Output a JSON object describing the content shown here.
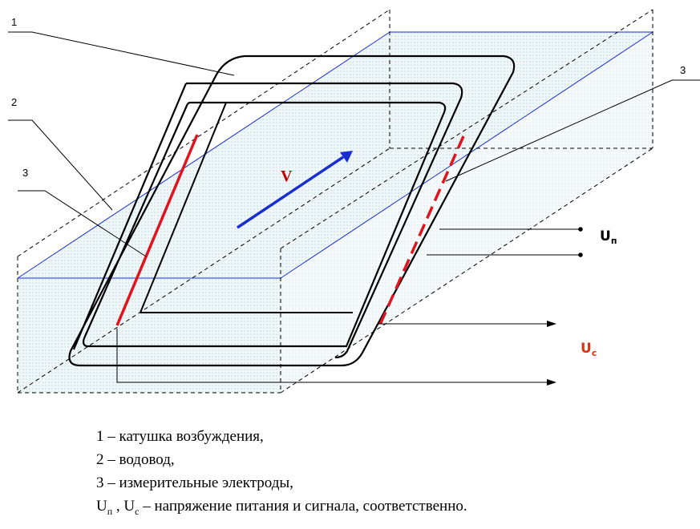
{
  "diagram": {
    "callouts": {
      "n1": "1",
      "n2": "2",
      "n3_left": "3",
      "n3_right": "3"
    },
    "velocity_label": "V",
    "voltage_supply": {
      "main": "U",
      "sub": "п"
    },
    "voltage_signal": {
      "main": "U",
      "sub": "с"
    }
  },
  "legend": {
    "item1": "1 – катушка возбуждения,",
    "item2": "2 – водовод,",
    "item3": "3 – измерительные электроды,",
    "item4": {
      "u1": "U",
      "sub1": "п",
      "sep": " , ",
      "u2": "U",
      "sub2": "с",
      "rest": " – напряжение питания и сигнала, соответственно."
    }
  },
  "colors": {
    "electrode": "#e0141e",
    "velocity_arrow": "#1a2fd0",
    "pipe_outline": "#1a2fd0",
    "signal_voltage": "#e03010",
    "plane_fill": "#e6f1f4"
  }
}
